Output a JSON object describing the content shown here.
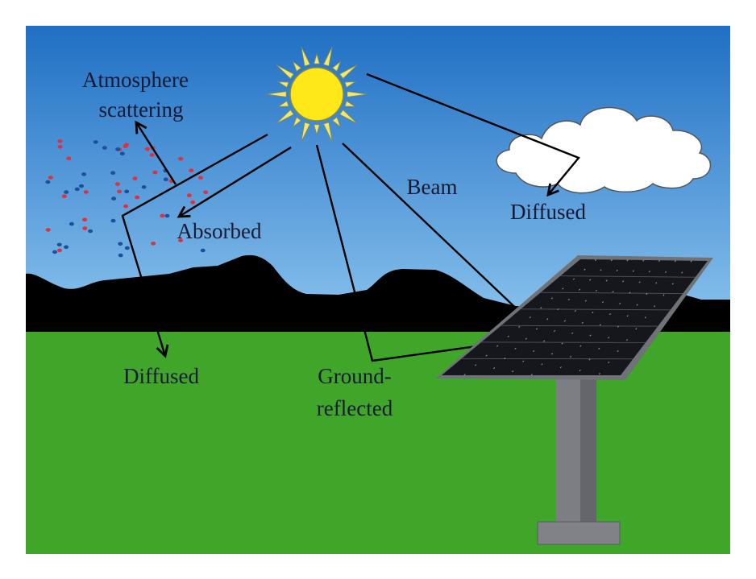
{
  "diagram": {
    "labels": {
      "atmosphere_line1": "Atmosphere",
      "atmosphere_line2": "scattering",
      "absorbed": "Absorbed",
      "beam": "Beam",
      "diffused_cloud": "Diffused",
      "diffused_ground": "Diffused",
      "ground_line1": "Ground-",
      "ground_line2": "reflected"
    },
    "colors": {
      "sky_top": "#1f6fc4",
      "sky_bottom": "#8cc4ee",
      "mountains": "#000000",
      "grass": "#3fa62a",
      "sun": "#ffe81a",
      "cloud": "#ffffff",
      "panel": "#15171c",
      "post": "#7c7e84",
      "particle_red": "#e0303c",
      "particle_blue": "#1c4f9c"
    }
  }
}
